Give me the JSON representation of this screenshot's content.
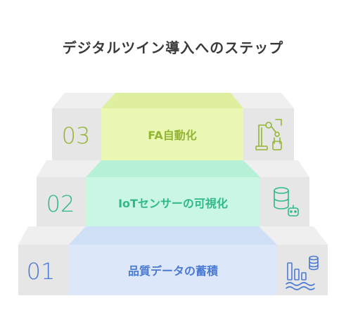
{
  "title": "デジタルツイン導入へのステップ",
  "steps": [
    {
      "number": "01",
      "label": "品質データの蓄積",
      "icon": "data-storage-chart-icon",
      "color": "#4a7ad4",
      "fill": "#dce8fa"
    },
    {
      "number": "02",
      "label": "IoTセンサーの可視化",
      "icon": "database-robot-icon",
      "color": "#2fb98a",
      "fill": "#c9f7e4"
    },
    {
      "number": "03",
      "label": "FA自動化",
      "icon": "robot-arm-icon",
      "color": "#93b535",
      "fill": "#eaf8b4"
    }
  ],
  "colors": {
    "side": "#e6e6e6",
    "side_dark": "#d6d6d6",
    "ledge": "#efefef"
  }
}
